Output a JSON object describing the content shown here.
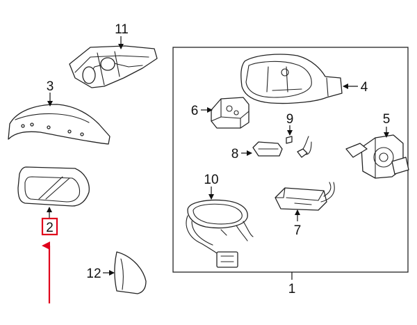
{
  "diagram": {
    "callouts": {
      "c1": "1",
      "c2": "2",
      "c3": "3",
      "c4": "4",
      "c5": "5",
      "c6": "6",
      "c7": "7",
      "c8": "8",
      "c9": "9",
      "c10": "10",
      "c11": "11",
      "c12": "12"
    },
    "highlight": {
      "callout": "2",
      "color": "#e0001b"
    },
    "line_color": "#222222"
  }
}
